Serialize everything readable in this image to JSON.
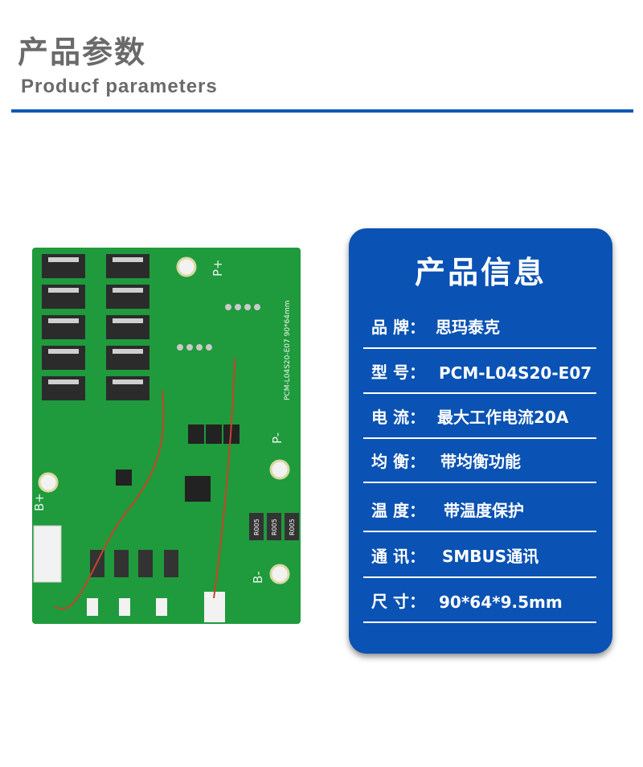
{
  "header": {
    "title_cn": "产品参数",
    "title_en": "Producf parameters",
    "accent_color": "#0a57b5"
  },
  "product_image": {
    "board_color": "#1f9a3c",
    "silkscreen": {
      "p_plus": "P+",
      "p_minus": "P-",
      "b_plus": "B+",
      "b_minus": "B-",
      "model_print": "PCM-L04S20-E07  90*64mm",
      "resistor_mark": "R005"
    }
  },
  "info_card": {
    "title": "产品信息",
    "background_color": "#0a52b3",
    "rows": [
      {
        "label": "品 牌：",
        "value": "思玛泰克"
      },
      {
        "label": "型  号：",
        "value": "PCM-L04S20-E07"
      },
      {
        "label": "电   流：",
        "value": "最大工作电流20A"
      },
      {
        "label": "均   衡：",
        "value": "带均衡功能"
      },
      {
        "label": "温   度：",
        "value": "带温度保护"
      },
      {
        "label": "通   讯：",
        "value": "SMBUS通讯"
      },
      {
        "label": "尺   寸：",
        "value": "90*64*9.5mm"
      }
    ]
  }
}
